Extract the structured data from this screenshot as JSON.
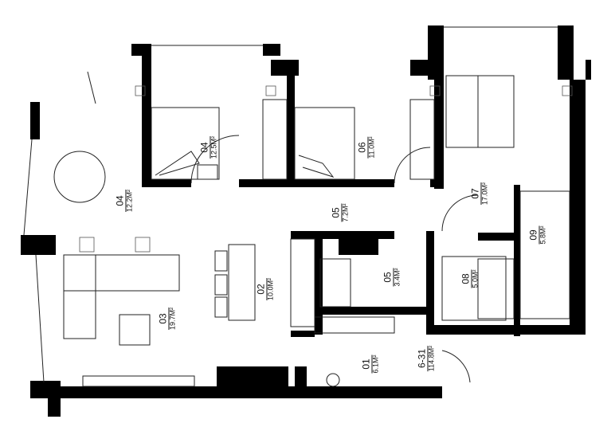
{
  "rooms": [
    {
      "number": "04",
      "area": "12.5M²"
    },
    {
      "number": "06",
      "area": "11.0M²"
    },
    {
      "number": "07",
      "area": "17.0M²"
    },
    {
      "number": "04",
      "area": "12.2M²"
    },
    {
      "number": "05",
      "area": "7.2M²"
    },
    {
      "number": "09",
      "area": "5.8M²"
    },
    {
      "number": "02",
      "area": "10.0M²"
    },
    {
      "number": "05",
      "area": "3.4M²"
    },
    {
      "number": "08",
      "area": "5.0M²"
    },
    {
      "number": "03",
      "area": "19.7M²"
    },
    {
      "number": "01",
      "area": "6.1M²"
    }
  ],
  "unit": {
    "number": "6-31",
    "area": "114.8M²"
  }
}
